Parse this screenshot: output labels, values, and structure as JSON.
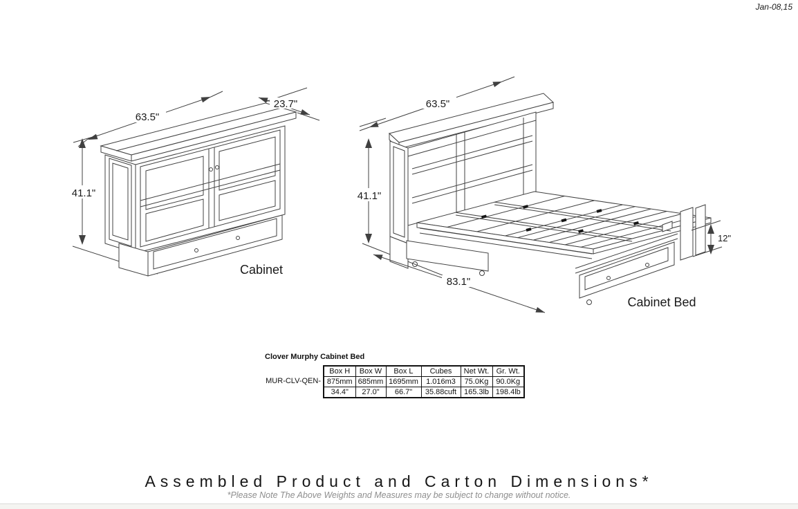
{
  "page": {
    "date_label": "Jan-08,15",
    "title": "Assembled Product and Carton Dimensions*",
    "footnote": "*Please Note The Above Weights and Measures may be subject to change without notice."
  },
  "diagrams": {
    "cabinet": {
      "label": "Cabinet",
      "dims": {
        "width": "63.5\"",
        "depth": "23.7\"",
        "height": "41.1\""
      }
    },
    "cabinet_bed": {
      "label": "Cabinet Bed",
      "dims": {
        "width": "63.5\"",
        "height": "41.1\"",
        "length": "83.1\"",
        "drawer_height": "12\""
      }
    }
  },
  "spec_table": {
    "title": "Clover Murphy Cabinet Bed",
    "row_label": "MUR-CLV-QEN-",
    "headers": [
      "Box H",
      "Box W",
      "Box L",
      "Cubes",
      "Net Wt.",
      "Gr. Wt."
    ],
    "rows": [
      [
        "875mm",
        "685mm",
        "1695mm",
        "1.016m3",
        "75.0Kg",
        "90.0Kg"
      ],
      [
        "34.4\"",
        "27.0\"",
        "66.7\"",
        "35.88cuft",
        "165.3lb",
        "198.4lb"
      ]
    ]
  },
  "colors": {
    "line": "#404040",
    "text": "#1a1a1a",
    "note": "#8e8e8e",
    "footer_bar": "#f4f4f1"
  }
}
